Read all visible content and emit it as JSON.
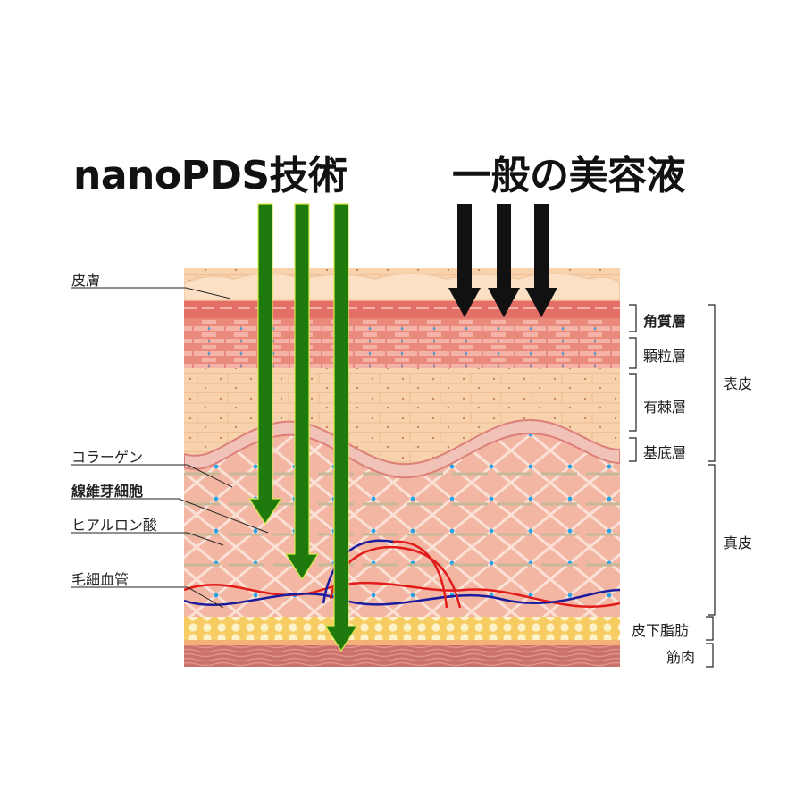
{
  "headings": {
    "nanopds": "nanoPDS技術",
    "general": "一般の美容液"
  },
  "left_labels": {
    "skin": "皮膚",
    "collagen": "コラーゲン",
    "fibroblast": "線維芽細胞",
    "hyaluronic": "ヒアルロン酸",
    "capillary": "毛細血管"
  },
  "layer_labels": {
    "stratum_corneum": "角質層",
    "granular": "顆粒層",
    "spinous": "有棘層",
    "basal": "基底層",
    "subcutaneous_fat": "皮下脂肪",
    "muscle": "筋肉"
  },
  "group_labels": {
    "epidermis": "表皮",
    "dermis": "真皮"
  },
  "colors": {
    "green_arrow": "#1e7a0c",
    "black_arrow": "#111111",
    "artery": "#e21b1b",
    "vein": "#1c1c9e"
  }
}
